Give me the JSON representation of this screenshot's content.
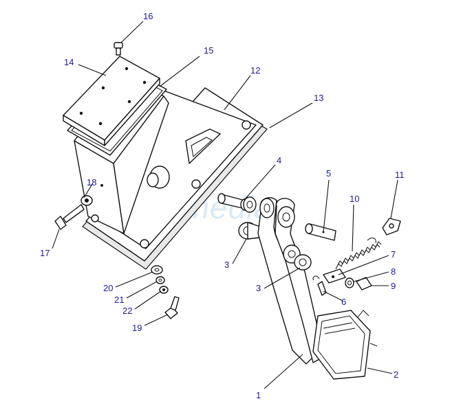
{
  "watermark": "Infomedia",
  "colors": {
    "callout_text": "#1a1a9a",
    "line": "#111111",
    "watermark": "#bcd8ee"
  },
  "callouts": {
    "c1": "1",
    "c2": "2",
    "c3a": "3",
    "c3b": "3",
    "c4": "4",
    "c5": "5",
    "c6": "6",
    "c7": "7",
    "c8": "8",
    "c9": "9",
    "c10": "10",
    "c11": "11",
    "c12": "12",
    "c13": "13",
    "c14": "14",
    "c15": "15",
    "c16": "16",
    "c17": "17",
    "c18": "18",
    "c19": "19",
    "c20": "20",
    "c21": "21",
    "c22": "22"
  }
}
